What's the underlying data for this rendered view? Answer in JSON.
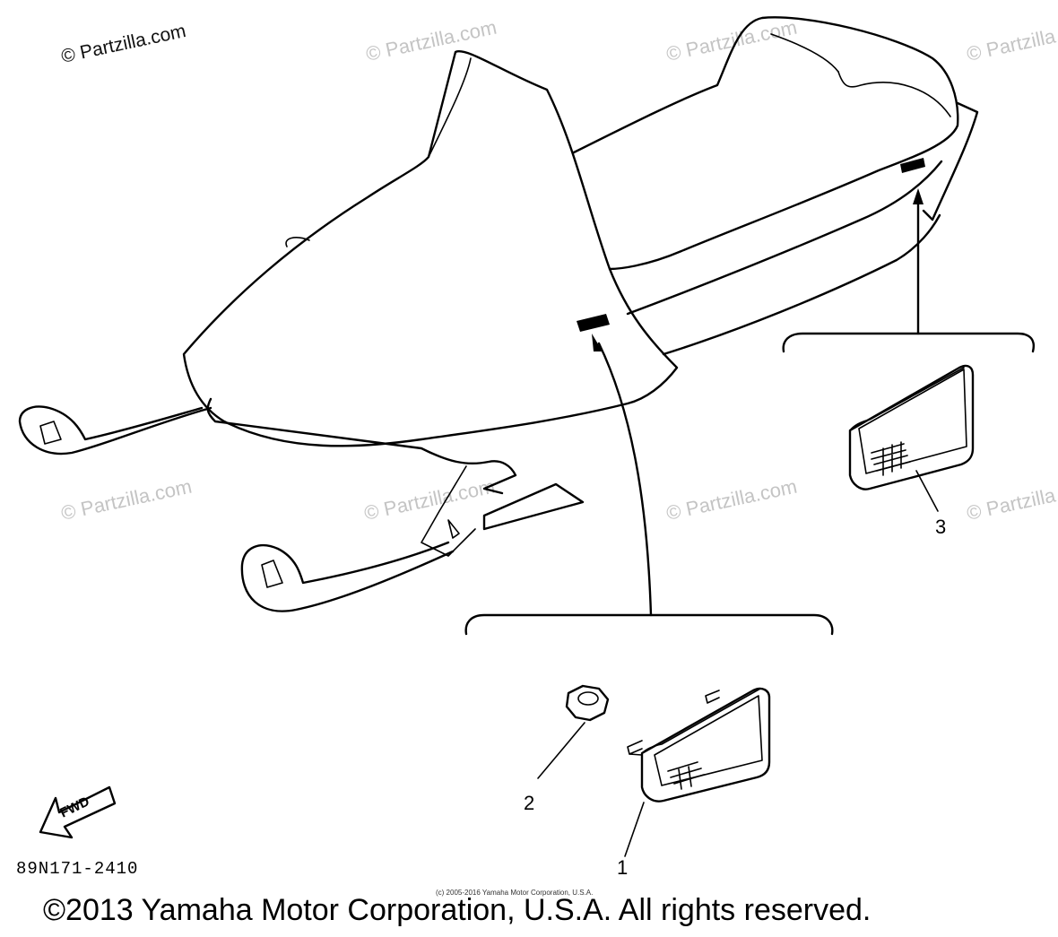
{
  "watermarks": {
    "main": "© Partzilla.com",
    "repeat": "© Partzilla.com"
  },
  "callouts": {
    "c1": "1",
    "c2": "2",
    "c3": "3"
  },
  "fwd_label": "FWD",
  "part_code": "89N171-2410",
  "footer": {
    "copyright": "©2013 Yamaha Motor Corporation, U.S.A. All rights reserved.",
    "small_copyright": "(c) 2005-2016 Yamaha Motor Corporation, U.S.A."
  }
}
